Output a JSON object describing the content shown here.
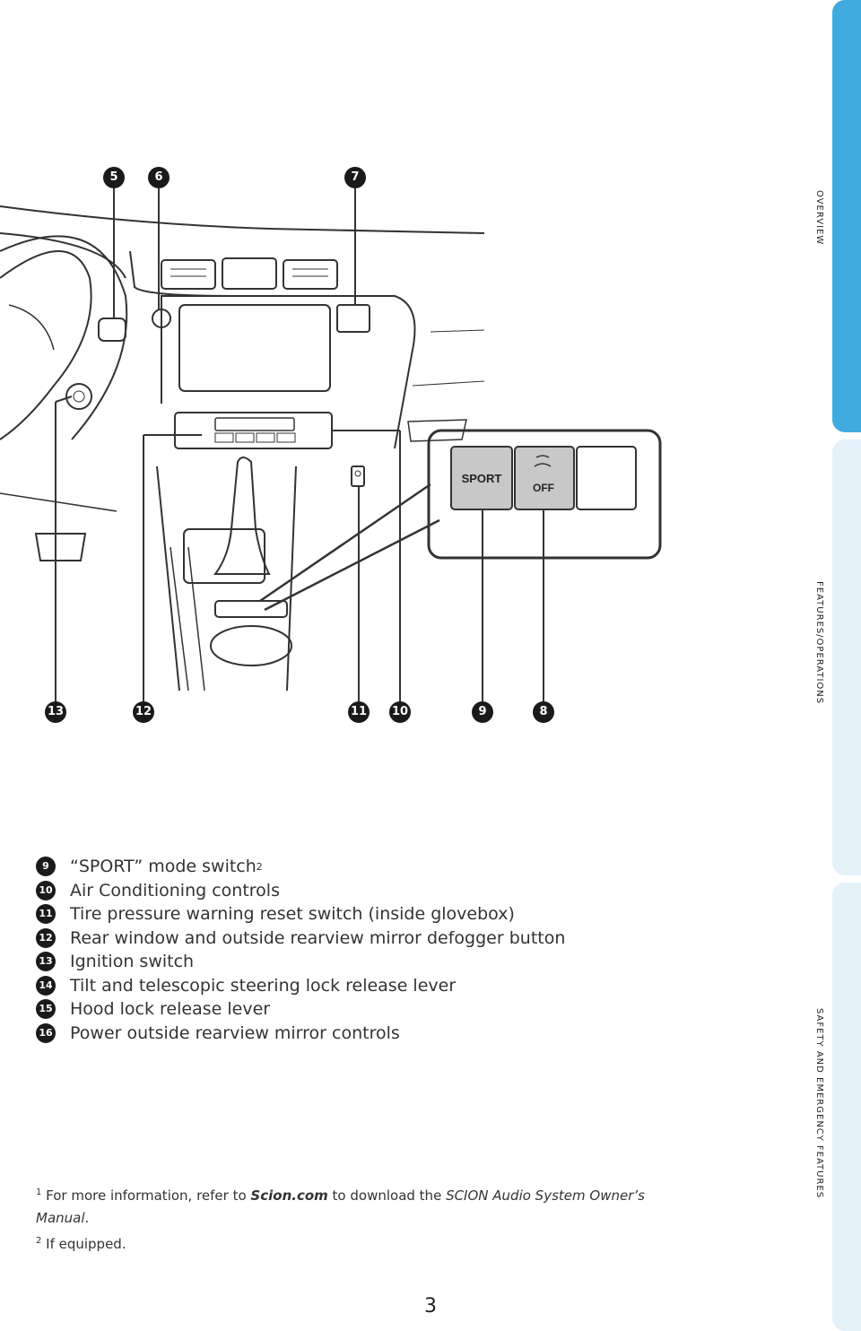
{
  "callouts": {
    "c5": "5",
    "c6": "6",
    "c7": "7",
    "c8": "8",
    "c9": "9",
    "c10": "10",
    "c11": "11",
    "c12": "12",
    "c13": "13"
  },
  "diagram_labels": {
    "sport": "SPORT",
    "off": "OFF"
  },
  "legend": [
    {
      "num": "9",
      "text": "“SPORT” mode switch",
      "sup": "2"
    },
    {
      "num": "10",
      "text": "Air Conditioning controls",
      "sup": ""
    },
    {
      "num": "11",
      "text": "Tire pressure warning reset switch (inside glovebox)",
      "sup": ""
    },
    {
      "num": "12",
      "text": "Rear window and outside rearview mirror defogger button",
      "sup": ""
    },
    {
      "num": "13",
      "text": "Ignition switch",
      "sup": ""
    },
    {
      "num": "14",
      "text": "Tilt and telescopic steering lock release lever",
      "sup": ""
    },
    {
      "num": "15",
      "text": "Hood lock release lever",
      "sup": ""
    },
    {
      "num": "16",
      "text": "Power outside rearview mirror controls",
      "sup": ""
    }
  ],
  "footnotes": {
    "f1_sup": "1",
    "f1_pre": " For more information, refer to ",
    "f1_brand": "Scion.com",
    "f1_mid": " to download the ",
    "f1_title": "SCION Audio System Owner’s",
    "f1_title2": "Manual",
    "f1_end": ".",
    "f2_sup": "2",
    "f2_text": " If equipped."
  },
  "page_number": "3",
  "side_nav": {
    "overview": "OVERVIEW",
    "features": "FEATURES/OPERATIONS",
    "safety": "SAFETY AND EMERGENCY FEATURES"
  },
  "colors": {
    "accent": "#41abe0",
    "tab_inactive": "#e4f1f9",
    "callout": "#1a1a1a",
    "switch_gray": "#c8c8c8"
  }
}
